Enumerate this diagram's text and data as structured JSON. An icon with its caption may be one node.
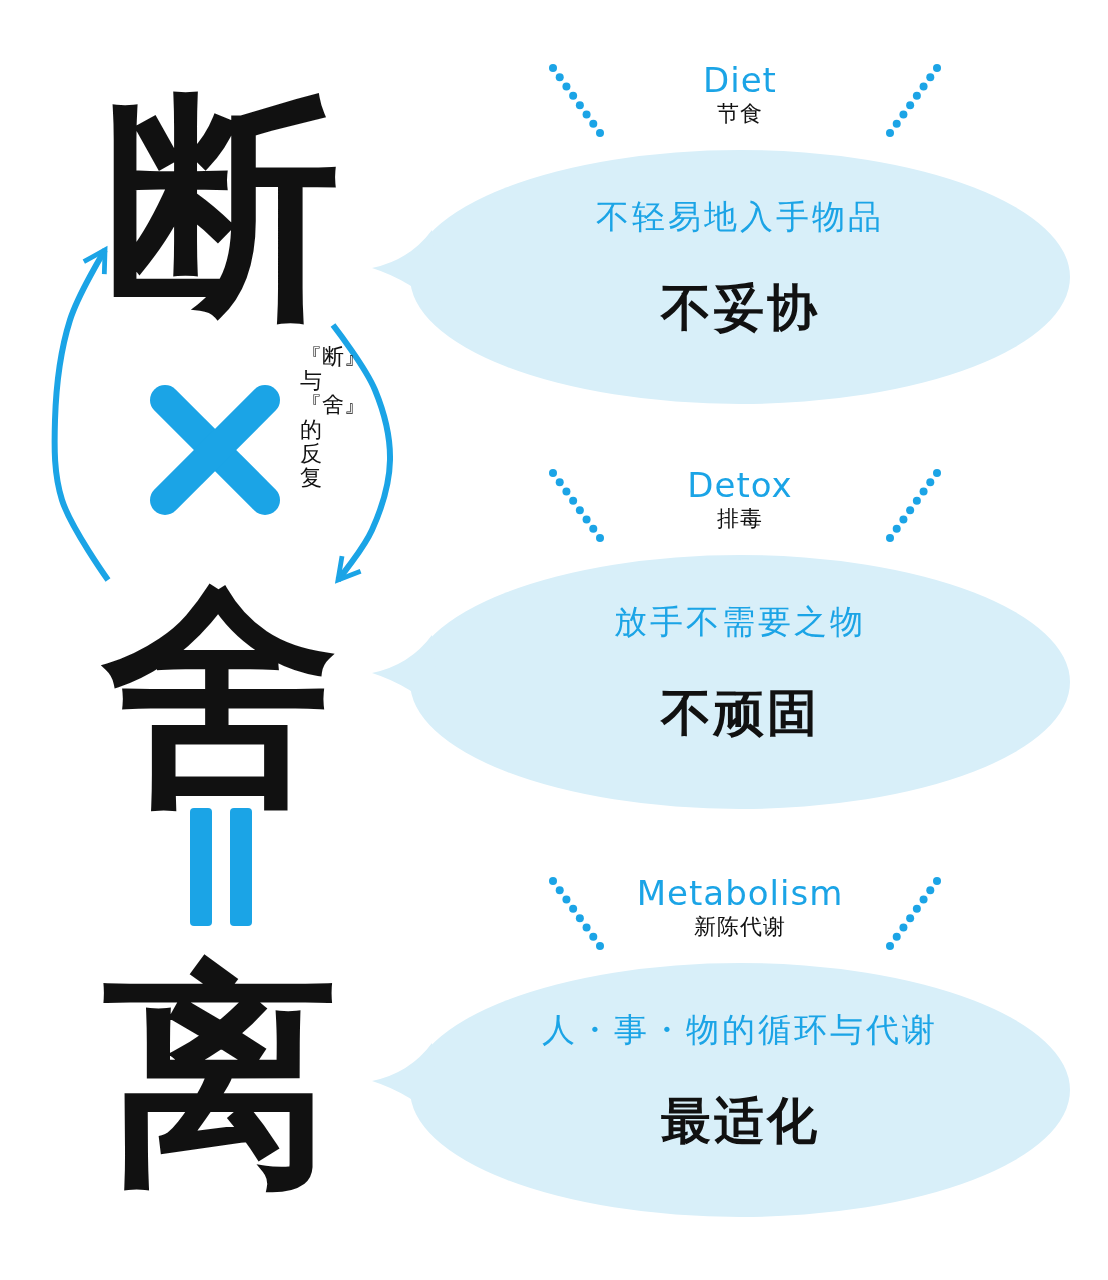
{
  "diagram": {
    "nodes": [
      {
        "text": [
          "断"
        ]
      },
      {
        "text": [
          "舍"
        ]
      },
      {
        "text": [
          "离"
        ]
      },
      {
        "text": [
          "Diet",
          "节食",
          "不轻易地入手物品",
          "不妥协"
        ]
      },
      {
        "text": [
          "Detox",
          "排毒",
          "放手不需要之物",
          "不顽固"
        ]
      },
      {
        "text": [
          "Metabolism",
          "新陈代谢",
          "人・事・物的循环与代谢",
          "最适化"
        ]
      }
    ],
    "edges": [
      {
        "from": 1,
        "to": 0,
        "arrow": "to",
        "color": "#1ba4e6"
      },
      {
        "from": 0,
        "to": 1,
        "arrow": "to",
        "color": "#1ba4e6"
      }
    ],
    "labels": [
      "『断』与『舍』的反复"
    ]
  }
}
